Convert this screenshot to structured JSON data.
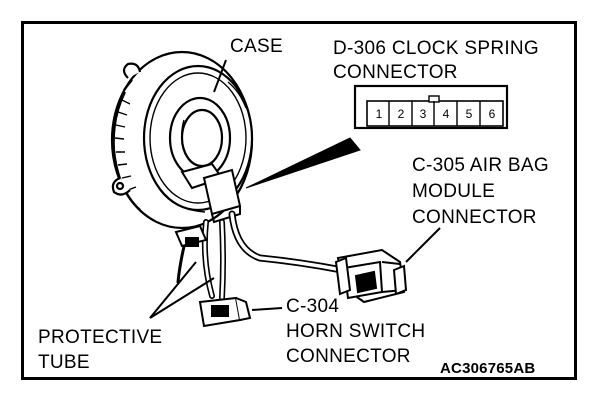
{
  "labels": {
    "case": "CASE",
    "clock_spring_line1": "D-306 CLOCK SPRING",
    "clock_spring_line2": "CONNECTOR",
    "airbag_line1": "C-305 AIR BAG",
    "airbag_line2": "MODULE",
    "airbag_line3": "CONNECTOR",
    "horn_line1": "C-304",
    "horn_line2": "HORN SWITCH",
    "horn_line3": "CONNECTOR",
    "tube_line1": "PROTECTIVE",
    "tube_line2": "TUBE"
  },
  "connector_pins": [
    "1",
    "2",
    "3",
    "4",
    "5",
    "6"
  ],
  "figure_code": "AC306765AB"
}
